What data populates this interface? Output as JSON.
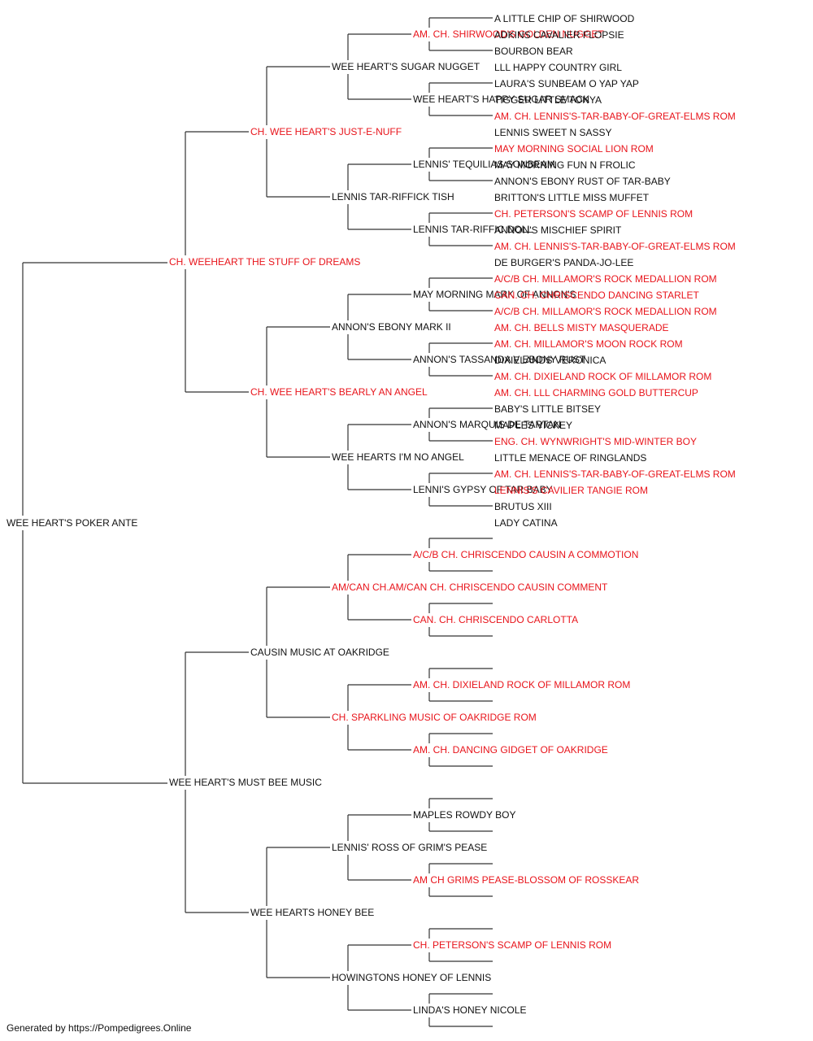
{
  "colors": {
    "champion": "#e8141b",
    "normal": "#111111",
    "lines": "#333333"
  },
  "pedigree": {
    "name": "WEE HEART'S POKER ANTE",
    "champion": false,
    "sire": {
      "name": "CH. WEEHEART THE STUFF OF DREAMS",
      "champion": true,
      "sire": {
        "name": "CH. WEE HEART'S JUST-E-NUFF",
        "champion": true,
        "sire": {
          "name": "WEE HEART'S SUGAR NUGGET",
          "champion": false,
          "sire": {
            "name": "AM. CH. SHIRWOOD'S GOLDEN NUGGET",
            "champion": true,
            "sire": {
              "name": "A LITTLE CHIP OF SHIRWOOD",
              "champion": false
            },
            "dam": {
              "name": "ADKINS CAVALIER FLOPSIE",
              "champion": false
            }
          },
          "dam": {
            "name": "WEE HEART'S HAPPY SUGAR SMACK",
            "champion": false,
            "sire": {
              "name": "BOURBON BEAR",
              "champion": false
            },
            "dam": {
              "name": "LLL HAPPY COUNTRY GIRL",
              "champion": false
            }
          }
        },
        "dam": {
          "name": "LENNIS TAR-RIFFICK TISH",
          "champion": false,
          "sire": {
            "name": "LENNIS' TEQUILIAS SONBEAM",
            "champion": false,
            "sire": {
              "name": "LAURA'S SUNBEAM O YAP YAP",
              "champion": false
            },
            "dam": {
              "name": "TIGGER LITTLE TONYA",
              "champion": false
            }
          },
          "dam": {
            "name": "LENNIS TAR-RIFFIC DOLL",
            "champion": false,
            "sire": {
              "name": "AM. CH. LENNIS'S-TAR-BABY-OF-GREAT-ELMS ROM",
              "champion": true
            },
            "dam": {
              "name": "LENNIS SWEET N SASSY",
              "champion": false
            }
          }
        }
      },
      "dam": {
        "name": "CH. WEE HEART'S BEARLY AN ANGEL",
        "champion": true,
        "sire": {
          "name": "ANNON'S EBONY MARK II",
          "champion": false,
          "sire": {
            "name": "MAY MORNING MARK OF ANNON'S",
            "champion": false,
            "sire": {
              "name": "MAY MORNING SOCIAL LION ROM",
              "champion": true
            },
            "dam": {
              "name": "MAY MORNING FUN N FROLIC",
              "champion": false
            }
          },
          "dam": {
            "name": "ANNON'S TASSANDA V EBONY RUST",
            "champion": false,
            "sire": {
              "name": "ANNON'S EBONY RUST OF TAR-BABY",
              "champion": false
            },
            "dam": {
              "name": "BRITTON'S LITTLE MISS MUFFET",
              "champion": false
            }
          }
        },
        "dam": {
          "name": "WEE HEARTS I'M NO ANGEL",
          "champion": false,
          "sire": {
            "name": "ANNON'S MARQUIS DE TARTAN",
            "champion": false,
            "sire": {
              "name": "CH. PETERSON'S SCAMP OF LENNIS ROM",
              "champion": true
            },
            "dam": {
              "name": "ANNON'S MISCHIEF SPIRIT",
              "champion": false
            }
          },
          "dam": {
            "name": "LENNI'S GYPSY OF TAR BABY",
            "champion": false,
            "sire": {
              "name": "AM. CH. LENNIS'S-TAR-BABY-OF-GREAT-ELMS ROM",
              "champion": true
            },
            "dam": {
              "name": "DE BURGER'S PANDA-JO-LEE",
              "champion": false
            }
          }
        }
      }
    },
    "dam": {
      "name": "WEE HEART'S MUST BEE MUSIC",
      "champion": false,
      "sire": {
        "name": "CAUSIN MUSIC AT OAKRIDGE",
        "champion": false,
        "sire": {
          "name": "AM/CAN CH.AM/CAN CH. CHRISCENDO CAUSIN COMMENT",
          "champion": true,
          "sire": {
            "name": "A/C/B CH. CHRISCENDO CAUSIN A COMMOTION",
            "champion": true,
            "sire": {
              "name": "A/C/B CH. MILLAMOR'S ROCK MEDALLION ROM",
              "champion": true
            },
            "dam": {
              "name": "CAN. CH. CHRISCENDO DANCING STARLET",
              "champion": true
            }
          },
          "dam": {
            "name": "CAN. CH. CHRISCENDO CARLOTTA",
            "champion": true,
            "sire": {
              "name": "A/C/B CH. MILLAMOR'S ROCK MEDALLION ROM",
              "champion": true
            },
            "dam": {
              "name": "AM. CH. BELLS MISTY MASQUERADE",
              "champion": true
            }
          }
        },
        "dam": {
          "name": "CH. SPARKLING MUSIC OF OAKRIDGE ROM",
          "champion": true,
          "sire": {
            "name": "AM. CH. DIXIELAND ROCK OF MILLAMOR ROM",
            "champion": true,
            "sire": {
              "name": "AM. CH. MILLAMOR'S MOON ROCK ROM",
              "champion": true
            },
            "dam": {
              "name": "DIXIELANDS VERONICA",
              "champion": false
            }
          },
          "dam": {
            "name": "AM. CH. DANCING GIDGET OF OAKRIDGE",
            "champion": true,
            "sire": {
              "name": "AM. CH. DIXIELAND ROCK OF MILLAMOR ROM",
              "champion": true
            },
            "dam": {
              "name": "AM. CH. LLL CHARMING GOLD BUTTERCUP",
              "champion": true
            }
          }
        }
      },
      "dam": {
        "name": "WEE HEARTS HONEY BEE",
        "champion": false,
        "sire": {
          "name": "LENNIS' ROSS OF GRIM'S PEASE",
          "champion": false,
          "sire": {
            "name": "MAPLES ROWDY BOY",
            "champion": false,
            "sire": {
              "name": "BABY'S LITTLE BITSEY",
              "champion": false
            },
            "dam": {
              "name": "MAPLES VICKEY",
              "champion": false
            }
          },
          "dam": {
            "name": "AM CH GRIMS PEASE-BLOSSOM OF ROSSKEAR",
            "champion": true,
            "sire": {
              "name": "ENG. CH. WYNWRIGHT'S MID-WINTER BOY",
              "champion": true
            },
            "dam": {
              "name": "LITTLE MENACE OF RINGLANDS",
              "champion": false
            }
          }
        },
        "dam": {
          "name": "HOWINGTONS HONEY OF LENNIS",
          "champion": false,
          "sire": {
            "name": "CH. PETERSON'S SCAMP OF LENNIS ROM",
            "champion": true,
            "sire": {
              "name": "AM. CH. LENNIS'S-TAR-BABY-OF-GREAT-ELMS ROM",
              "champion": true
            },
            "dam": {
              "name": "LENNIS'S CAVILIER TANGIE ROM",
              "champion": true
            }
          },
          "dam": {
            "name": "LINDA'S HONEY NICOLE",
            "champion": false,
            "sire": {
              "name": "BRUTUS XIII",
              "champion": false
            },
            "dam": {
              "name": "LADY CATINA",
              "champion": false
            }
          }
        }
      }
    }
  },
  "footer": "Generated by https://Pompedigrees.Online"
}
